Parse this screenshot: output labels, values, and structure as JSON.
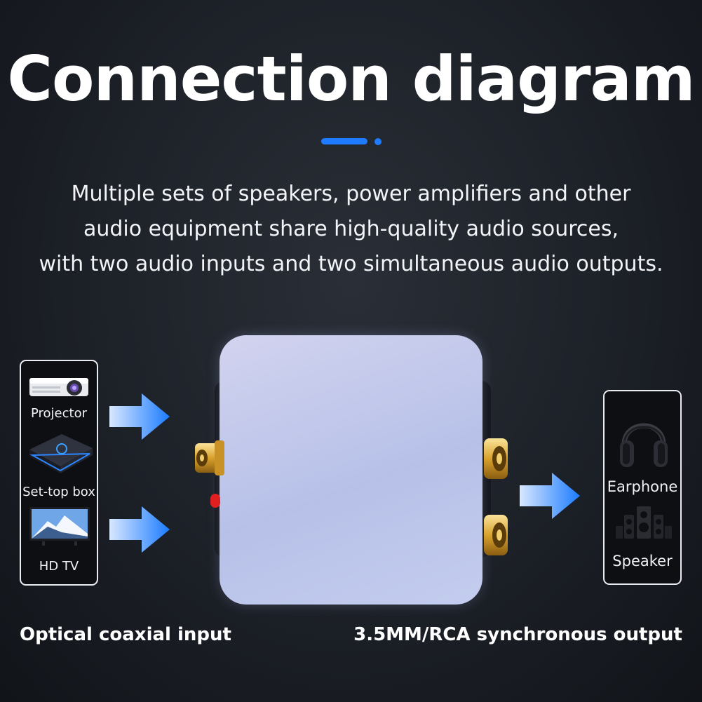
{
  "title": "Connection diagram",
  "subtitle": [
    "Multiple sets of speakers, power amplifiers and other",
    "audio equipment share high-quality audio sources,",
    "with two audio inputs and two simultaneous audio outputs."
  ],
  "inputs": {
    "devices": [
      "Projector",
      "Set-top box",
      "HD TV"
    ],
    "caption": "Optical coaxial input"
  },
  "outputs": {
    "devices": [
      "Earphone",
      "Speaker"
    ],
    "caption": "3.5MM/RCA synchronous output"
  },
  "colors": {
    "accent": "#1f7bff",
    "arrow": "#2b86ff",
    "gold": "#e3b23c",
    "box": "#c4cdee"
  }
}
